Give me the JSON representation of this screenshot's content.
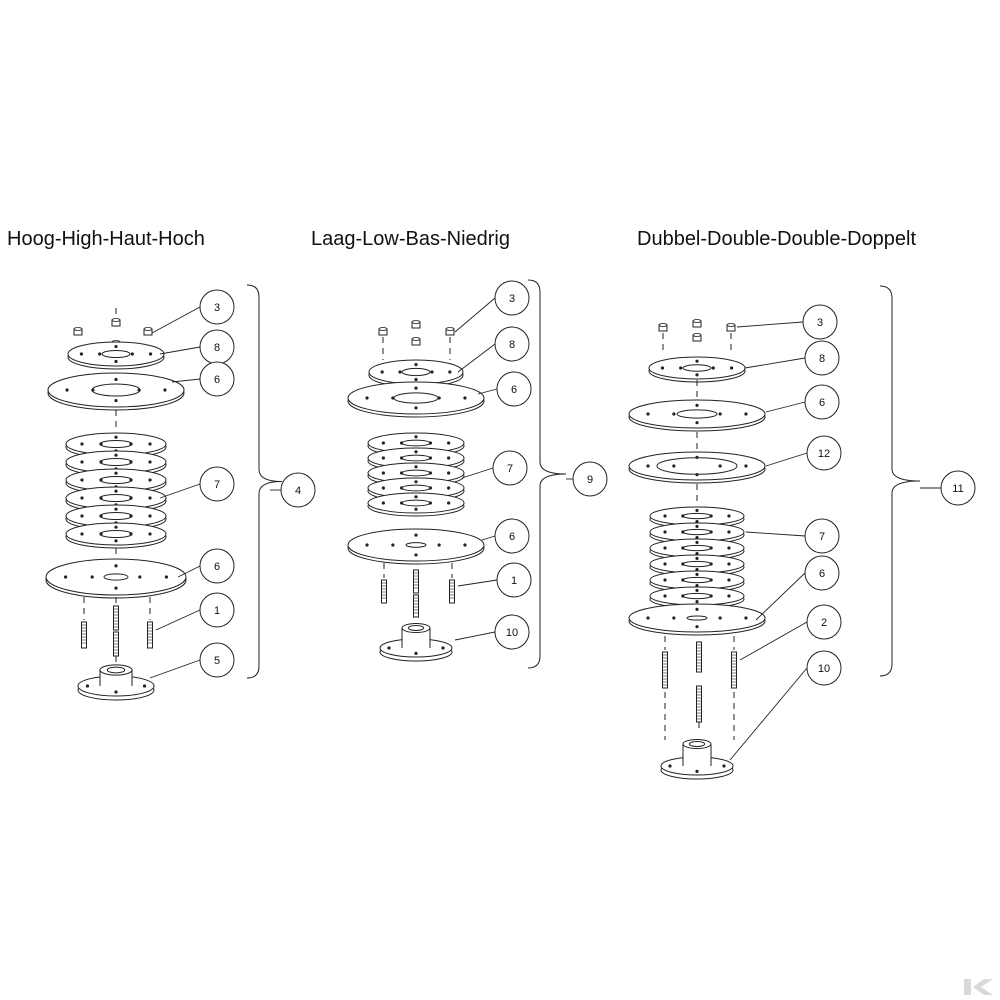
{
  "titles": {
    "high": "Hoog-High-Haut-Hoch",
    "low": "Laag-Low-Bas-Niedrig",
    "double": "Dubbel-Double-Double-Doppelt"
  },
  "callouts": {
    "high": [
      "3",
      "8",
      "6",
      "7",
      "6",
      "1",
      "5",
      "4"
    ],
    "low": [
      "3",
      "8",
      "6",
      "7",
      "6",
      "1",
      "10",
      "9"
    ],
    "double": [
      "3",
      "8",
      "6",
      "12",
      "7",
      "6",
      "2",
      "10",
      "11"
    ]
  },
  "colors": {
    "line": "#222222",
    "paper": "#ffffff",
    "logo": "#d9d9d9"
  },
  "logo_icon": "k-logo-icon"
}
